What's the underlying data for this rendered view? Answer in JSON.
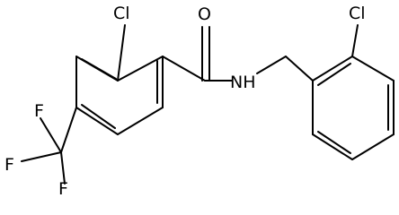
{
  "atoms": {
    "cl_benzoyl": "Cl",
    "carbonyl_o": "O",
    "amide_nh": "NH",
    "cl_benzyl": "Cl",
    "f_top": "F",
    "f_left": "F",
    "f_bottom": "F"
  },
  "colors": {
    "ink": "#000000",
    "background": "#ffffff"
  }
}
